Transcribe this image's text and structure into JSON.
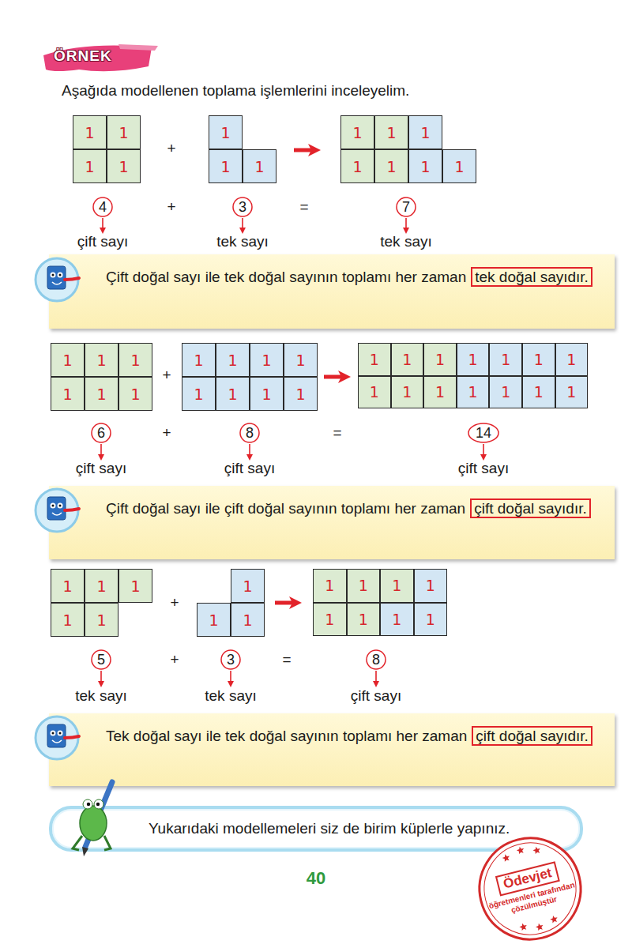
{
  "diagram": {
    "title": "ÖRNEK",
    "nodes": [
      {
        "text": [
          "1"
        ]
      },
      {
        "text": [
          "1"
        ]
      },
      {
        "text": [
          "1"
        ]
      },
      {
        "text": [
          "1"
        ]
      },
      {
        "text": [
          "1"
        ]
      },
      {
        "text": [
          "1"
        ]
      },
      {
        "text": [
          "1"
        ]
      },
      {
        "text": [
          "1"
        ]
      },
      {
        "text": [
          "1"
        ]
      },
      {
        "text": [
          "1"
        ]
      },
      {
        "text": [
          "1"
        ]
      },
      {
        "text": [
          "1"
        ]
      },
      {
        "text": [
          "1"
        ]
      },
      {
        "text": [
          "1"
        ]
      },
      {
        "text": [
          "4"
        ]
      },
      {
        "text": [
          "3"
        ]
      },
      {
        "text": [
          "7"
        ]
      },
      {
        "text": [
          "Çift doğal sayı ile tek doğal sayının toplamı her zaman",
          "tek doğal sayıdır."
        ]
      },
      {
        "text": [
          "1"
        ]
      },
      {
        "text": [
          "1"
        ]
      },
      {
        "text": [
          "1"
        ]
      },
      {
        "text": [
          "1"
        ]
      },
      {
        "text": [
          "1"
        ]
      },
      {
        "text": [
          "1"
        ]
      },
      {
        "text": [
          "1"
        ]
      },
      {
        "text": [
          "1"
        ]
      },
      {
        "text": [
          "1"
        ]
      },
      {
        "text": [
          "1"
        ]
      },
      {
        "text": [
          "1"
        ]
      },
      {
        "text": [
          "1"
        ]
      },
      {
        "text": [
          "1"
        ]
      },
      {
        "text": [
          "1"
        ]
      },
      {
        "text": [
          "1"
        ]
      },
      {
        "text": [
          "1"
        ]
      },
      {
        "text": [
          "1"
        ]
      },
      {
        "text": [
          "1"
        ]
      },
      {
        "text": [
          "1"
        ]
      },
      {
        "text": [
          "1"
        ]
      },
      {
        "text": [
          "1"
        ]
      },
      {
        "text": [
          "1"
        ]
      },
      {
        "text": [
          "1"
        ]
      },
      {
        "text": [
          "1"
        ]
      },
      {
        "text": [
          "1"
        ]
      },
      {
        "text": [
          "1"
        ]
      },
      {
        "text": [
          "1"
        ]
      },
      {
        "text": [
          "1"
        ]
      },
      {
        "text": [
          "6"
        ]
      },
      {
        "text": [
          "8"
        ]
      },
      {
        "text": [
          "14"
        ]
      },
      {
        "text": [
          "Çift doğal sayı ile çift doğal sayının toplamı her zaman",
          "çift doğal sayıdır."
        ]
      },
      {
        "text": [
          "1"
        ]
      },
      {
        "text": [
          "1"
        ]
      },
      {
        "text": [
          "1"
        ]
      },
      {
        "text": [
          "1"
        ]
      },
      {
        "text": [
          "1"
        ]
      },
      {
        "text": [
          "1"
        ]
      },
      {
        "text": [
          "1"
        ]
      },
      {
        "text": [
          "1"
        ]
      },
      {
        "text": [
          "1"
        ]
      },
      {
        "text": [
          "1"
        ]
      },
      {
        "text": [
          "1"
        ]
      },
      {
        "text": [
          "1"
        ]
      },
      {
        "text": [
          "1"
        ]
      },
      {
        "text": [
          "1"
        ]
      },
      {
        "text": [
          "1"
        ]
      },
      {
        "text": [
          "1"
        ]
      },
      {
        "text": [
          "5"
        ]
      },
      {
        "text": [
          "3"
        ]
      },
      {
        "text": [
          "8"
        ]
      },
      {
        "text": [
          "Tek doğal sayı ile tek doğal sayının toplamı her zaman",
          "çift doğal sayıdır."
        ]
      },
      {
        "text": [
          "Yukarıdaki modellemeleri siz de birim küplerle yapınız."
        ]
      },
      {
        "text": [
          "Ödevjet",
          "öğretmenleri tarafından çözülmüştür"
        ]
      }
    ],
    "labels": [
      "Aşağıda modellenen toplama işlemlerini inceleyelim.",
      "+",
      "+",
      "=",
      "çift sayı",
      "tek sayı",
      "tek sayı",
      "+",
      "+",
      "=",
      "çift sayı",
      "çift sayı",
      "çift sayı",
      "+",
      "+",
      "=",
      "tek sayı",
      "tek sayı",
      "çift sayı",
      "40"
    ]
  }
}
